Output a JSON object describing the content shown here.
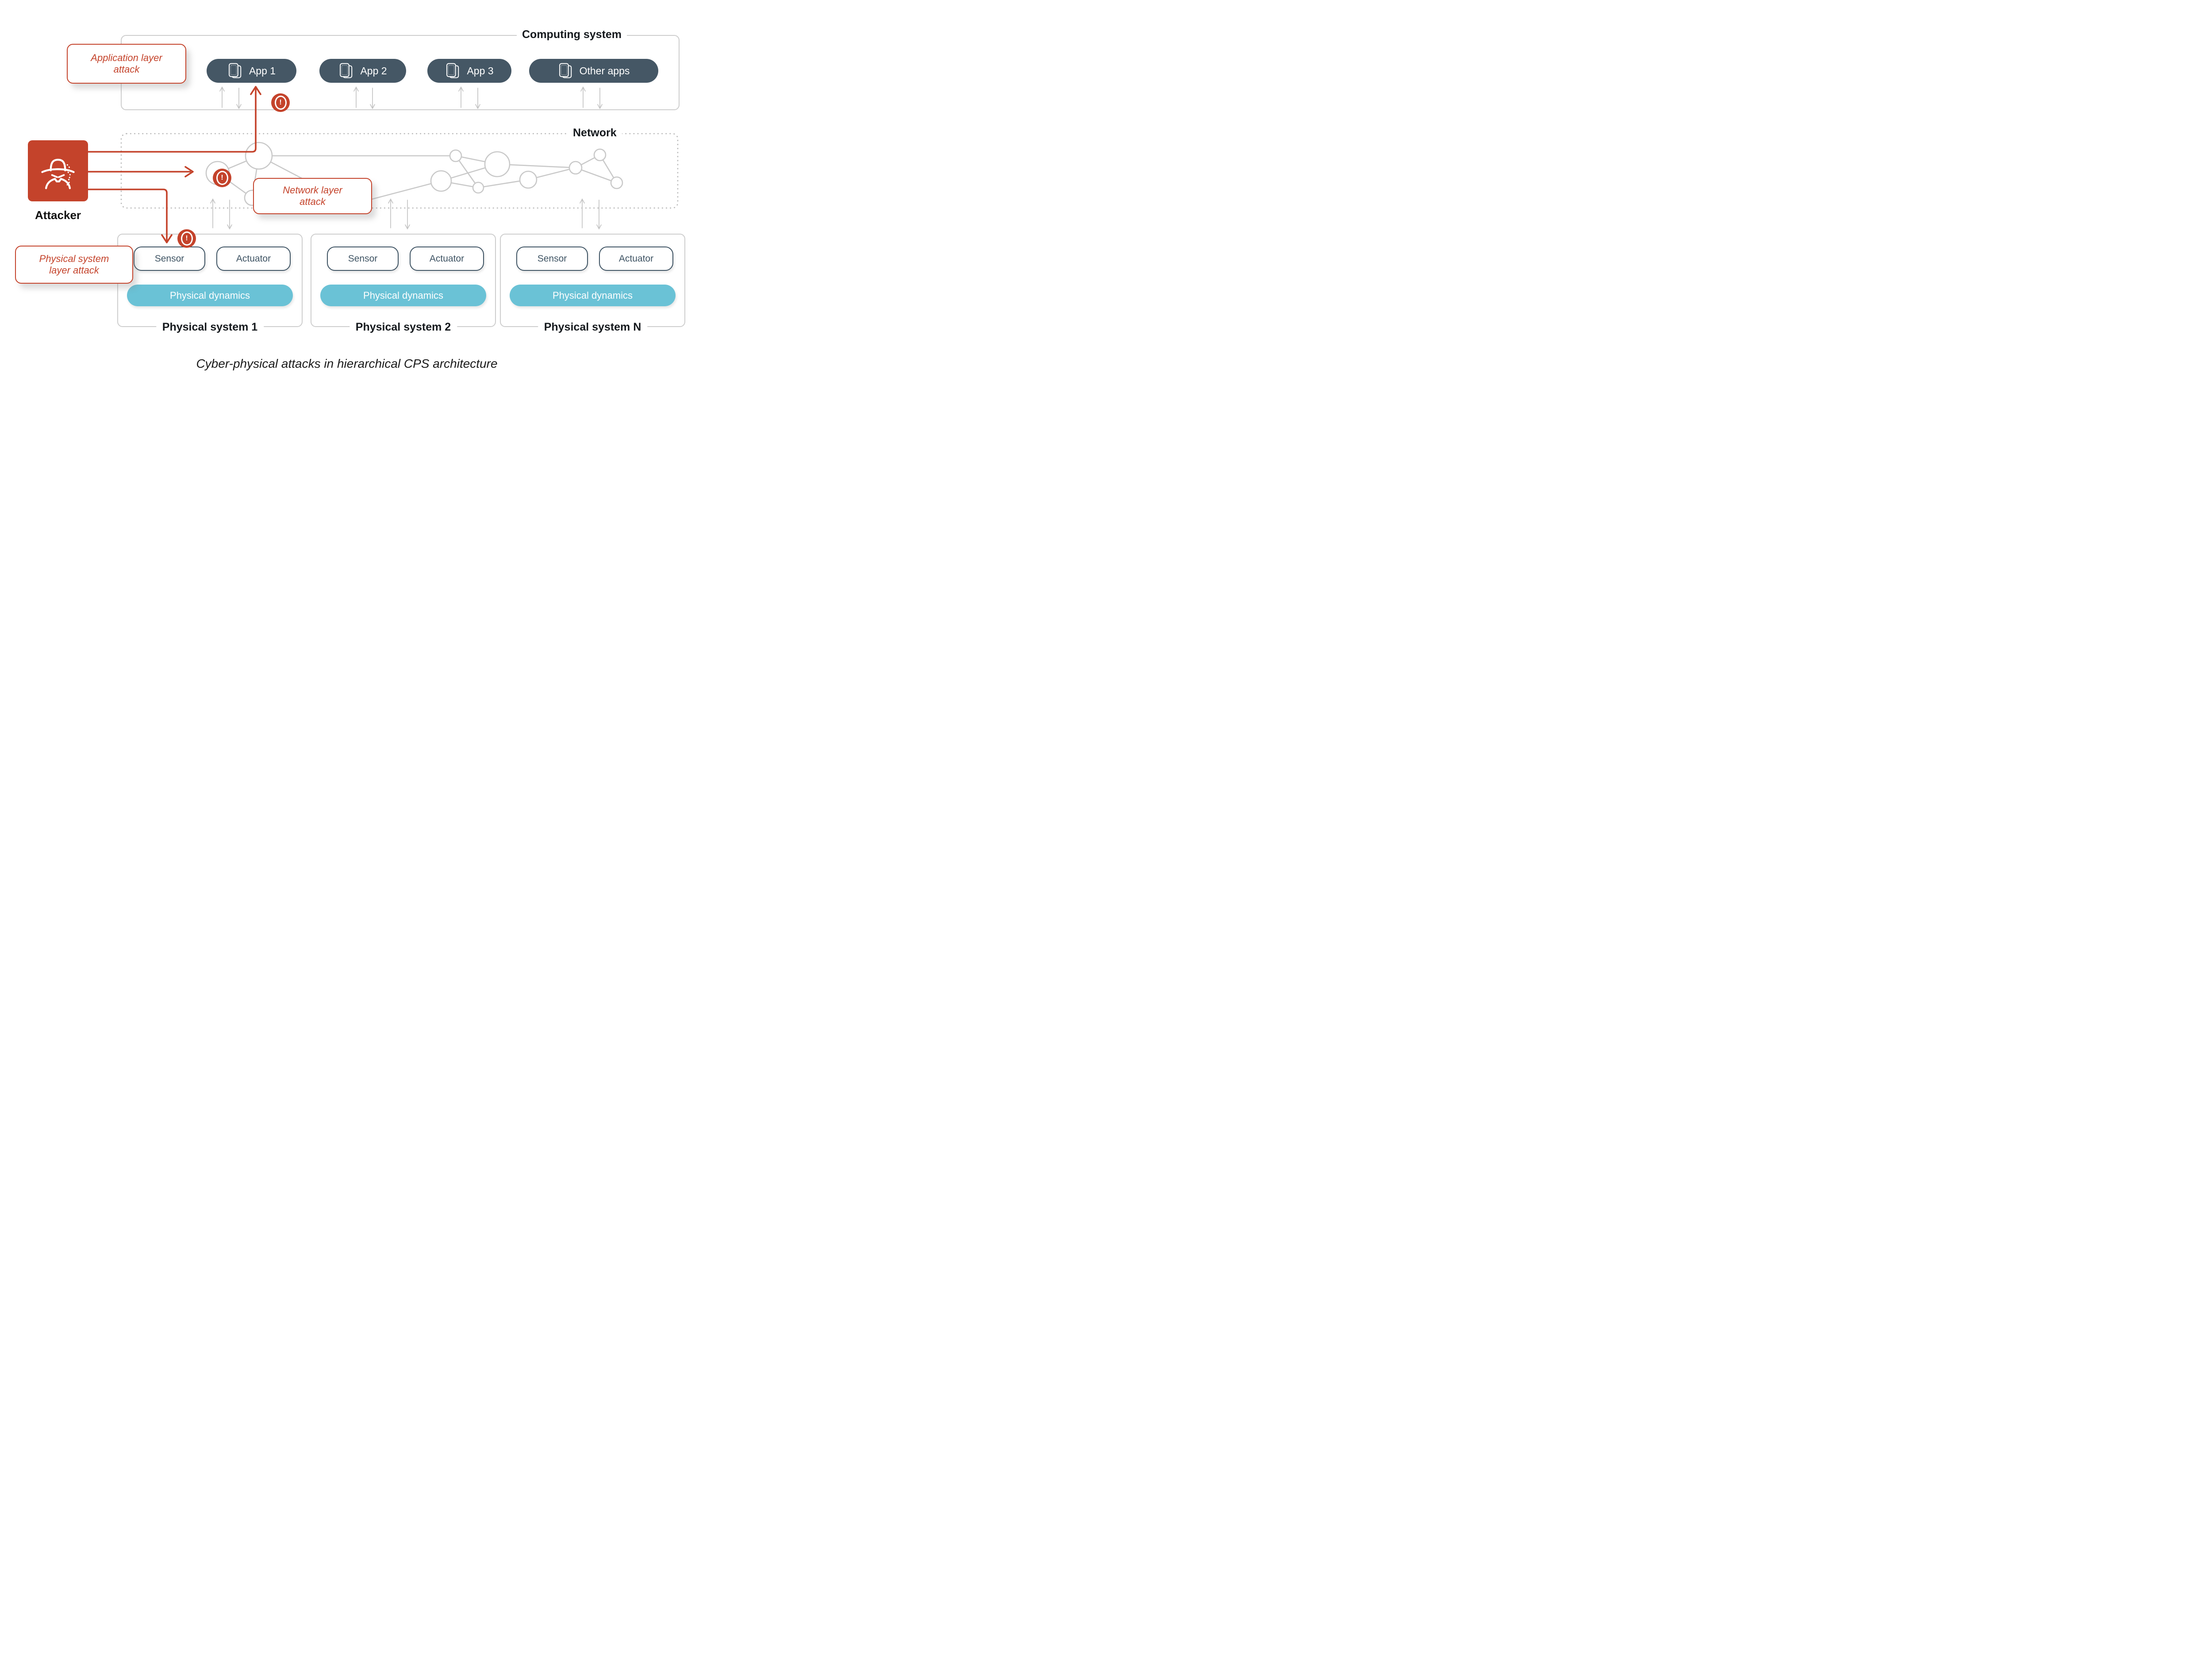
{
  "computing_system": {
    "label": "Computing system",
    "apps": [
      {
        "label": "App 1"
      },
      {
        "label": "App 2"
      },
      {
        "label": "App 3"
      },
      {
        "label": "Other apps"
      }
    ]
  },
  "network": {
    "label": "Network"
  },
  "attacker": {
    "label": "Attacker"
  },
  "callouts": {
    "application": {
      "line1": "Application layer",
      "line2": "attack"
    },
    "network": {
      "line1": "Network layer",
      "line2": "attack"
    },
    "physical": {
      "line1": "Physical system",
      "line2": "layer attack"
    }
  },
  "physical_systems": [
    {
      "sensor": "Sensor",
      "actuator": "Actuator",
      "dynamics": "Physical dynamics",
      "title": "Physical system 1"
    },
    {
      "sensor": "Sensor",
      "actuator": "Actuator",
      "dynamics": "Physical dynamics",
      "title": "Physical system 2"
    },
    {
      "sensor": "Sensor",
      "actuator": "Actuator",
      "dynamics": "Physical dynamics",
      "title": "Physical system N"
    }
  ],
  "caption": {
    "text": "Cyber-physical attacks in hierarchical CPS architecture"
  },
  "icons": {
    "warning_glyph": "!"
  },
  "colors": {
    "attack_red": "#c4432b",
    "app_pill_slate": "#455765",
    "sensor_border_slate": "#3e5363",
    "physical_dynamics_teal": "#6ac2d6",
    "box_border_gray": "#cdcdcd",
    "network_node_gray": "#c9c9c9",
    "arrow_gray": "#c3c3c3",
    "text_dark": "#15191d"
  }
}
